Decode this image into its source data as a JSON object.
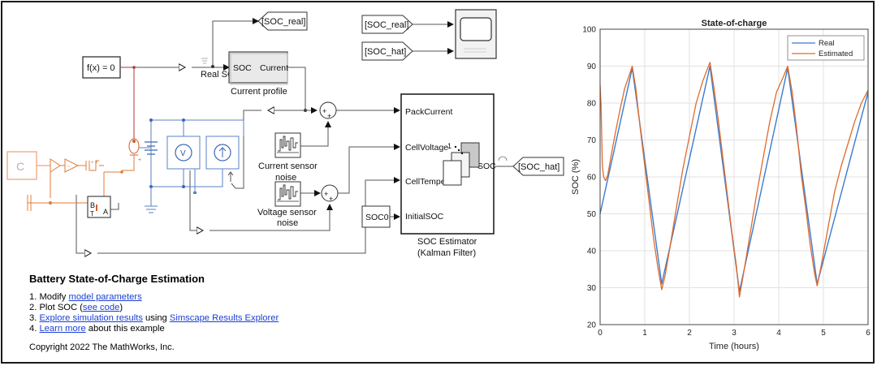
{
  "diagram": {
    "goto_real": "[SOC_real]",
    "goto_hat": "[SOC_hat]",
    "from_real": "[SOC_real]",
    "from_hat": "[SOC_hat]",
    "solver": "f(x) = 0",
    "real_soc_label": "Real SOC",
    "current_profile_ports": {
      "left": "SOC",
      "right": "Current"
    },
    "current_profile_label": "Current profile",
    "current_noise_label": [
      "Current sensor",
      "noise"
    ],
    "voltage_noise_label": [
      "Voltage sensor",
      "noise"
    ],
    "estimator_ports": [
      "PackCurrent",
      "CellVoltage",
      "CellTemper",
      "InitialSOC"
    ],
    "estimator_out_port": "SOC",
    "estimator_title": [
      "SOC Estimator",
      "(Kalman Filter)"
    ],
    "soc0": "SOC0",
    "stack_number": "1",
    "sum_signs": "++",
    "cc_letter": "C",
    "b_letter": "B",
    "t_letter": "T",
    "a_letter": "A",
    "voltmeter": "V"
  },
  "info": {
    "title": "Battery State-of-Charge Estimation",
    "items": [
      {
        "pre": "1. Modify ",
        "link": "model parameters",
        "post": ""
      },
      {
        "pre": "2. Plot SOC (",
        "link": "see code",
        "post": ")"
      },
      {
        "pre": "3. ",
        "link": "Explore simulation results",
        "mid": " using ",
        "link2": "Simscape Results Explorer",
        "post": ""
      },
      {
        "pre": "4. ",
        "link": "Learn more",
        "post": " about this example"
      }
    ],
    "copyright": "Copyright 2022 The MathWorks, Inc."
  },
  "chart_data": {
    "type": "line",
    "title": "State-of-charge",
    "xlabel": "Time (hours)",
    "ylabel": "SOC (%)",
    "xlim": [
      0,
      6
    ],
    "ylim": [
      20,
      100
    ],
    "xticks": [
      0,
      1,
      2,
      3,
      4,
      5,
      6
    ],
    "yticks": [
      20,
      30,
      40,
      50,
      60,
      70,
      80,
      90,
      100
    ],
    "grid": true,
    "legend_position": "top-right",
    "series": [
      {
        "name": "Real",
        "color": "#3b7bd0",
        "x": [
          0,
          0.72,
          1.38,
          2.46,
          3.12,
          4.2,
          4.86,
          6
        ],
        "y": [
          50,
          89.5,
          31,
          90,
          29,
          89.5,
          31,
          83
        ]
      },
      {
        "name": "Estimated",
        "color": "#e06a2a",
        "x": [
          0,
          0.02,
          0.05,
          0.08,
          0.12,
          0.17,
          0.25,
          0.35,
          0.45,
          0.55,
          0.65,
          0.72,
          0.8,
          0.9,
          1.0,
          1.1,
          1.2,
          1.3,
          1.38,
          1.45,
          1.55,
          1.7,
          1.85,
          2.0,
          2.15,
          2.3,
          2.46,
          2.55,
          2.65,
          2.75,
          2.85,
          2.95,
          3.05,
          3.12,
          3.2,
          3.35,
          3.5,
          3.65,
          3.8,
          3.95,
          4.1,
          4.2,
          4.3,
          4.4,
          4.5,
          4.6,
          4.7,
          4.8,
          4.86,
          4.95,
          5.1,
          5.25,
          5.4,
          5.55,
          5.7,
          5.85,
          6
        ],
        "y": [
          85,
          80,
          63,
          60,
          59,
          60.5,
          66,
          72.5,
          78.5,
          84,
          87.5,
          90,
          84,
          73,
          63,
          53,
          43,
          35,
          29.5,
          33,
          40,
          51,
          62,
          71,
          80,
          86,
          91,
          84,
          75,
          65,
          55,
          45,
          36,
          27.5,
          33,
          44,
          55,
          65,
          75,
          83,
          87,
          90,
          83,
          73,
          61,
          52,
          42,
          34,
          30.5,
          36,
          46,
          56,
          63,
          69,
          75,
          80,
          83.5
        ]
      }
    ]
  }
}
